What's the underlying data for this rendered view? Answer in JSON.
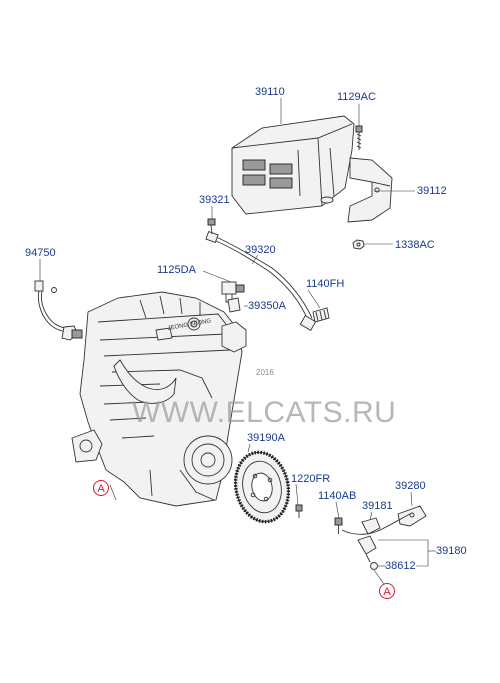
{
  "diagram": {
    "labels": {
      "ecu": "39110",
      "bolt_top": "1129AC",
      "bracket": "39112",
      "nut": "1338AC",
      "clip_upper": "39321",
      "harness": "39320",
      "bolt_clip": "1125DA",
      "cam_sensor": "39350A",
      "bolt_mid": "1140FH",
      "oxygen_sensor": "94750",
      "target_wheel": "39190A",
      "bolt_wheel": "1220FR",
      "bolt_lower": "1140AB",
      "bracket_small": "39181",
      "clip_lower": "39280",
      "crank_sensor": "39180",
      "oring": "38612"
    },
    "callouts": {
      "left": "A",
      "bottom": "A"
    },
    "engine_text": "JEONG SEONG",
    "watermark": {
      "site": "WWW.ELCATS.RU",
      "year": "2016"
    }
  }
}
